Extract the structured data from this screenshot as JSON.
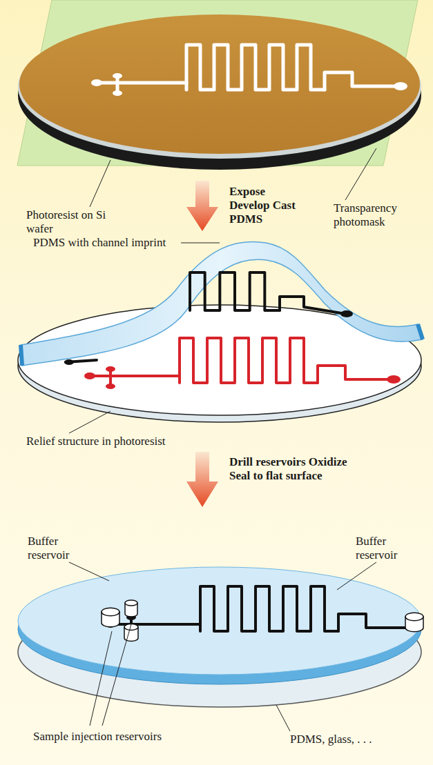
{
  "diagram": {
    "labels": [
      "Photoresist on Si wafer",
      "Transparency photomask",
      "Expose Develop Cast PDMS",
      "PDMS with channel imprint",
      "Relief structure in photoresist",
      "Drill reservoirs Oxidize Seal to flat surface",
      "Buffer reservoir",
      "Buffer reservoir",
      "Sample injection reservoirs",
      "PDMS, glass, . . ."
    ]
  }
}
